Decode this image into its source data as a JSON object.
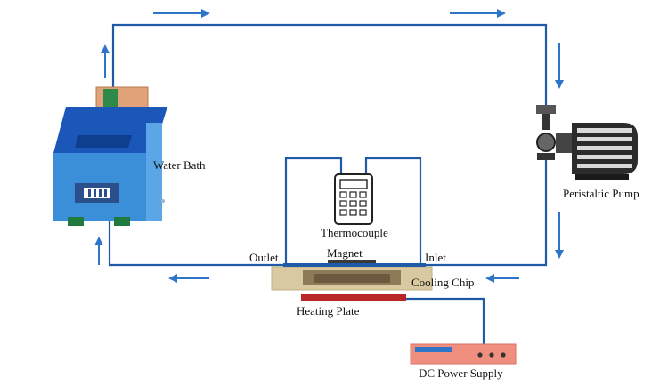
{
  "labels": {
    "water_bath": "Water Bath",
    "peristaltic_pump": "Peristaltic Pump",
    "thermocouple": "Thermocouple",
    "magnet": "Magnet",
    "outlet": "Outlet",
    "inlet": "Inlet",
    "cooling_chip": "Cooling Chip",
    "heating_plate": "Heating Plate",
    "dc_power_supply": "DC Power Supply"
  },
  "colors": {
    "pipe": "#1f5aa6",
    "arrow": "#2e74c8",
    "water_bath_body": "#3b8fd8",
    "water_bath_top": "#1a57b8",
    "water_bath_feet": "#1f7a3e",
    "pump_body": "#2b2b2b",
    "cooling_chip": "#d8c9a0",
    "heating_plate": "#b8262a",
    "power_supply": "#f08f80",
    "power_display": "#2e74c8"
  },
  "icons": [
    "flow-arrow-icon",
    "water-bath-icon",
    "peristaltic-pump-icon",
    "thermocouple-meter-icon",
    "power-supply-icon"
  ]
}
